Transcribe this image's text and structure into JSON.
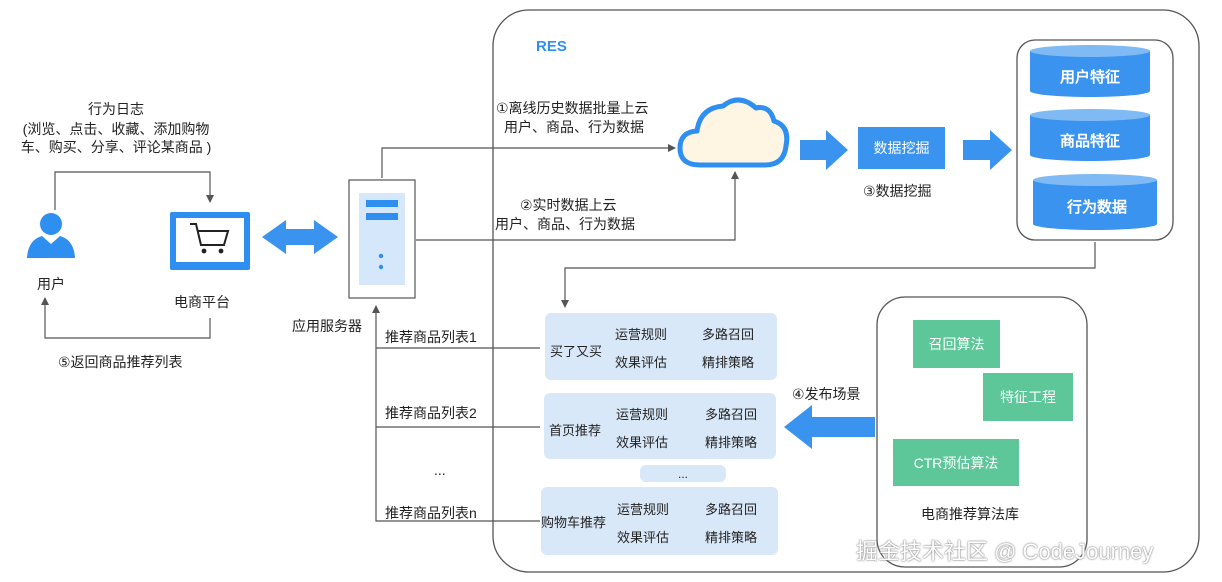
{
  "res_label": "RES",
  "behavior_log": {
    "title": "行为日志",
    "line1": "(浏览、点击、收藏、添加购物",
    "line2": "车、购买、分享、评论某商品 )"
  },
  "user_label": "用户",
  "platform_label": "电商平台",
  "app_server_label": "应用服务器",
  "return_label": "⑤返回商品推荐列表",
  "offline_upload": {
    "line1": "①离线历史数据批量上云",
    "line2": "用户、商品、行为数据"
  },
  "realtime_upload": {
    "line1": "②实时数据上云",
    "line2": "用户、商品、行为数据"
  },
  "mining": {
    "box_label": "数据挖掘",
    "caption": "③数据挖掘"
  },
  "features": [
    "用户特征",
    "商品特征",
    "行为数据"
  ],
  "lists": [
    "推荐商品列表1",
    "推荐商品列表2",
    "推荐商品列表n"
  ],
  "list_ellipsis": "...",
  "scenes": [
    {
      "name": "买了又买",
      "items": [
        "运营规则",
        "多路召回",
        "效果评估",
        "精排策略"
      ]
    },
    {
      "name": "首页推荐",
      "items": [
        "运营规则",
        "多路召回",
        "效果评估",
        "精排策略"
      ]
    },
    {
      "name": "购物车推荐",
      "items": [
        "运营规则",
        "多路召回",
        "效果评估",
        "精排策略"
      ]
    }
  ],
  "scene_ellipsis": "...",
  "publish_label": "④发布场景",
  "algorithms": [
    "召回算法",
    "特征工程",
    "CTR预估算法"
  ],
  "library_label": "电商推荐算法库",
  "watermark": "掘金技术社区 @ CodeJourney",
  "colors": {
    "accent": "#2f8ff0",
    "arrow": "#3a93ee",
    "green": "#5ec79a",
    "card": "#d9e8f8"
  }
}
